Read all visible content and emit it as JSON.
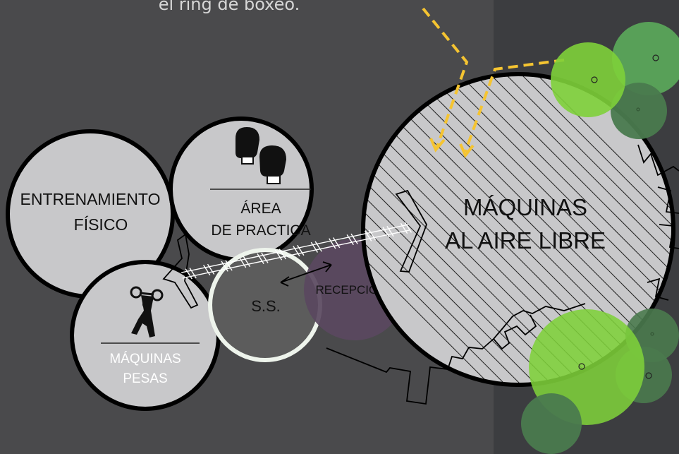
{
  "caption": "el ring de boxeo.",
  "zones": {
    "entrenamiento": {
      "line1": "ENTRENAMIENTO",
      "line2": "FÍSICO"
    },
    "area_practica": {
      "line1": "ÁREA",
      "line2": "DE PRACTICA"
    },
    "maquinas_pesas": {
      "line1": "MÁQUINAS",
      "line2": "PESAS"
    },
    "ss": {
      "label": "S.S."
    },
    "recepcion": {
      "label": "RECEPCIÓN"
    },
    "maquinas_aire": {
      "line1": "MÁQUINAS",
      "line2": "AL AIRE LIBRE"
    }
  },
  "icons": [
    "boxing-gloves-icon",
    "weightlifter-icon"
  ],
  "colors": {
    "background": "#4a4a4c",
    "right_panel": "#3c3d40",
    "zone_fill": "#c8c8ca",
    "zone_stroke": "#000000",
    "ss_fill": "#5c5c5c",
    "ss_stroke": "#eef4ec",
    "reception_fill": "#5a4860",
    "arrow": "#f5c431",
    "tree_light": "#7ed03a",
    "tree_medium": "#5aa55a",
    "tree_dark": "#4a7a4e"
  }
}
